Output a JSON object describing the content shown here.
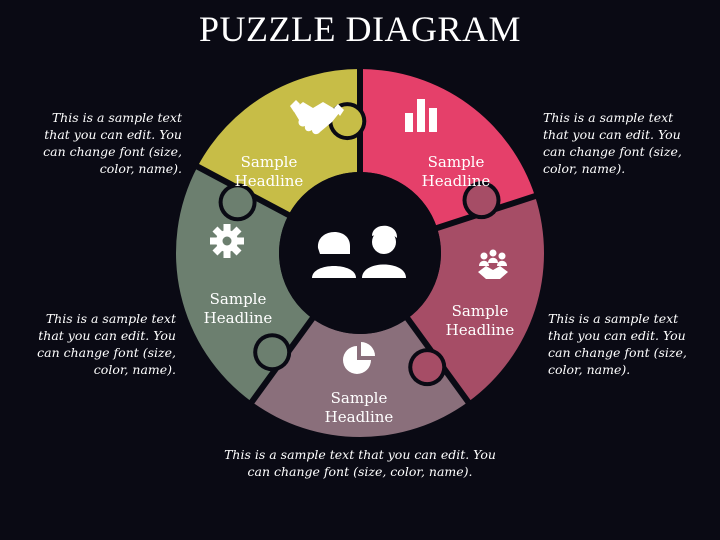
{
  "title": "PUZZLE DIAGRAM",
  "colors": {
    "background": "#0a0a14",
    "yellow": "#c7bd47",
    "pink": "#e5406a",
    "magenta": "#a64d66",
    "mauve": "#8a6f7b",
    "green": "#6c7f6f",
    "center": "#0a0a14"
  },
  "segments": [
    {
      "headline_line1": "Sample",
      "headline_line2": "Headline",
      "icon": "handshake-icon"
    },
    {
      "headline_line1": "Sample",
      "headline_line2": "Headline",
      "icon": "bar-chart-icon"
    },
    {
      "headline_line1": "Sample",
      "headline_line2": "Headline",
      "icon": "team-icon"
    },
    {
      "headline_line1": "Sample",
      "headline_line2": "Headline",
      "icon": "pie-chart-icon"
    },
    {
      "headline_line1": "Sample",
      "headline_line2": "Headline",
      "icon": "gear-icon"
    }
  ],
  "center_icon": "people-icon",
  "descriptions": {
    "top_left": "This is a sample text that you can edit. You can change font (size, color, name).",
    "top_right": "This is a sample text that you can edit. You can change font (size, color, name).",
    "middle_left": "This is a sample text that you can edit. You can change font (size, color, name).",
    "middle_right": "This is a sample text that you can edit. You can change font (size, color, name).",
    "bottom": "This is a sample text that you can edit. You can change font (size, color, name)."
  }
}
